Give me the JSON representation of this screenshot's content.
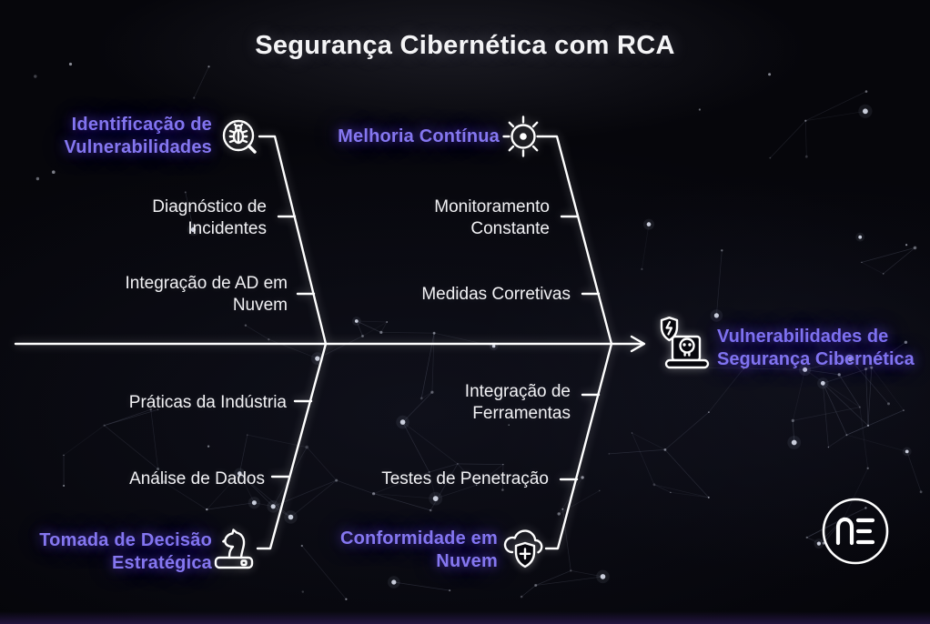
{
  "title": "Segurança Cibernética com RCA",
  "colors": {
    "background": "#06060b",
    "accent_purple": "#8577f0",
    "text_white": "#f1f1f4",
    "line_white": "#ffffff"
  },
  "effect": {
    "icon": "laptop-skull-shield-icon",
    "label_lines": [
      "Vulnerabilidades de",
      "Segurança Cibernética"
    ]
  },
  "branches": [
    {
      "id": "top-left",
      "icon": "bug-magnifier-icon",
      "label_lines": [
        "Identificação de",
        "Vulnerabilidades"
      ],
      "items": [
        {
          "lines": [
            "Diagnóstico de",
            "Incidentes"
          ]
        },
        {
          "lines": [
            "Integração de AD em",
            "Nuvem"
          ]
        }
      ]
    },
    {
      "id": "top-right",
      "icon": "optimization-gear-icon",
      "label_lines": [
        "Melhoria Contínua"
      ],
      "items": [
        {
          "lines": [
            "Monitoramento",
            "Constante"
          ]
        },
        {
          "lines": [
            "Medidas Corretivas"
          ]
        }
      ]
    },
    {
      "id": "bottom-left",
      "icon": "chess-knight-icon",
      "label_lines": [
        "Tomada de Decisão",
        "Estratégica"
      ],
      "items": [
        {
          "lines": [
            "Práticas da Indústria"
          ]
        },
        {
          "lines": [
            "Análise de Dados"
          ]
        }
      ]
    },
    {
      "id": "bottom-right",
      "icon": "cloud-shield-plus-icon",
      "label_lines": [
        "Conformidade em",
        "Nuvem"
      ],
      "items": [
        {
          "lines": [
            "Integração de",
            "Ferramentas"
          ]
        },
        {
          "lines": [
            "Testes de Penetração"
          ]
        }
      ]
    }
  ],
  "logo": {
    "text": "NE"
  }
}
